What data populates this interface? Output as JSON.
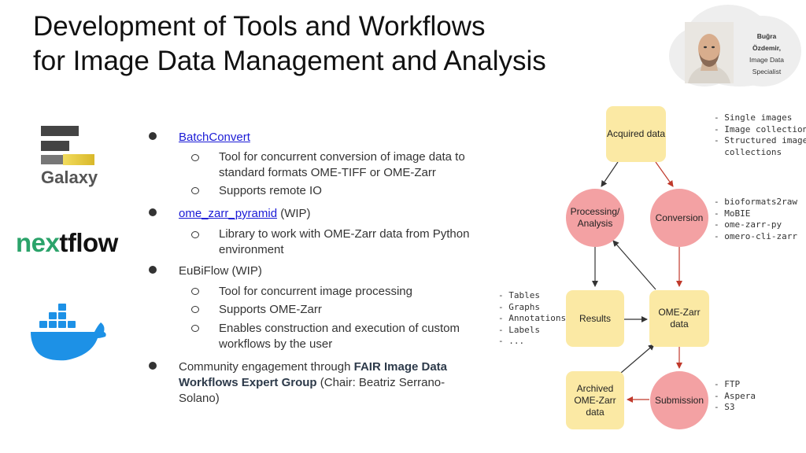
{
  "title": {
    "line1": "Development of Tools and Workflows",
    "line2": "for Image Data Management and Analysis"
  },
  "presenter": {
    "name_line1": "Buğra",
    "name_line2": "Özdemir,",
    "role_line1": "Image Data",
    "role_line2": "Specialist"
  },
  "logos": {
    "galaxy": "Galaxy",
    "nextflow_part1": "ne",
    "nextflow_x": "x",
    "nextflow_part2": "tflow"
  },
  "bullets": [
    {
      "link": "BatchConvert",
      "rest": "",
      "subs": [
        "Tool for concurrent conversion of image data to standard formats OME-TIFF or OME-Zarr",
        "Supports remote IO"
      ]
    },
    {
      "link": "ome_zarr_pyramid",
      "rest": " (WIP)",
      "subs": [
        "Library to work with OME-Zarr data from Python environment"
      ]
    },
    {
      "text": "EuBiFlow (WIP)",
      "subs": [
        "Tool for concurrent image processing",
        "Supports OME-Zarr",
        "Enables construction and execution of custom workflows by the user"
      ]
    },
    {
      "prefix": "Community engagement through ",
      "bold": "FAIR Image Data Workflows Expert Group",
      "suffix": " (Chair: Beatriz Serrano-Solano)"
    }
  ],
  "diagram": {
    "nodes": {
      "acquired": "Acquired data",
      "processing": "Processing/ Analysis",
      "conversion": "Conversion",
      "results": "Results",
      "omezarr": "OME-Zarr data",
      "archived": "Archived OME-Zarr data",
      "submission": "Submission"
    },
    "notes": {
      "acquired": [
        "- Single images",
        "- Image collections",
        "- Structured image",
        "  collections"
      ],
      "conversion": [
        "- bioformats2raw",
        "- MoBIE",
        "- ome-zarr-py",
        "- omero-cli-zarr"
      ],
      "results": [
        "- Tables",
        "- Graphs",
        "- Annotations",
        "- Labels",
        "- ..."
      ],
      "submission": [
        "- FTP",
        "- Aspera",
        "- S3"
      ]
    },
    "colors": {
      "box": "#fbe9a4",
      "circle": "#f3a1a3",
      "dark_arrow": "#333333",
      "red_arrow": "#c0392b"
    }
  }
}
